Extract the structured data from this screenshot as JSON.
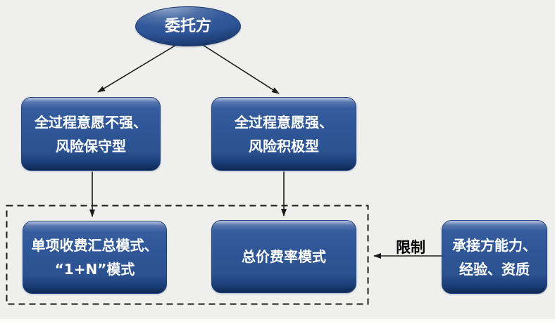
{
  "diagram": {
    "background": "#eff0ee",
    "colors": {
      "node_fill": "#2e5596",
      "node_highlight": "#b7c5de",
      "node_shadow": "#0e2a54",
      "node_border": "#24457e",
      "node_text": "#ffffff",
      "arrow": "#1a1a1a",
      "dashed_boundary": "#1a1a1a",
      "edge_label_text": "#000000"
    },
    "nodes": {
      "client": {
        "label": "委托方"
      },
      "conservative": {
        "line1": "全过程意愿不强、",
        "line2": "风险保守型"
      },
      "active": {
        "line1": "全过程意愿强、",
        "line2": "风险积极型"
      },
      "itemized_mode": {
        "line1": "单项收费汇总模式、",
        "line2": "“1+N”模式"
      },
      "lump_sum_mode": {
        "label": "总价费率模式"
      },
      "constraint": {
        "line1": "承接方能力、",
        "line2": "经验、资质"
      }
    },
    "edge_labels": {
      "restriction": "限制"
    }
  }
}
